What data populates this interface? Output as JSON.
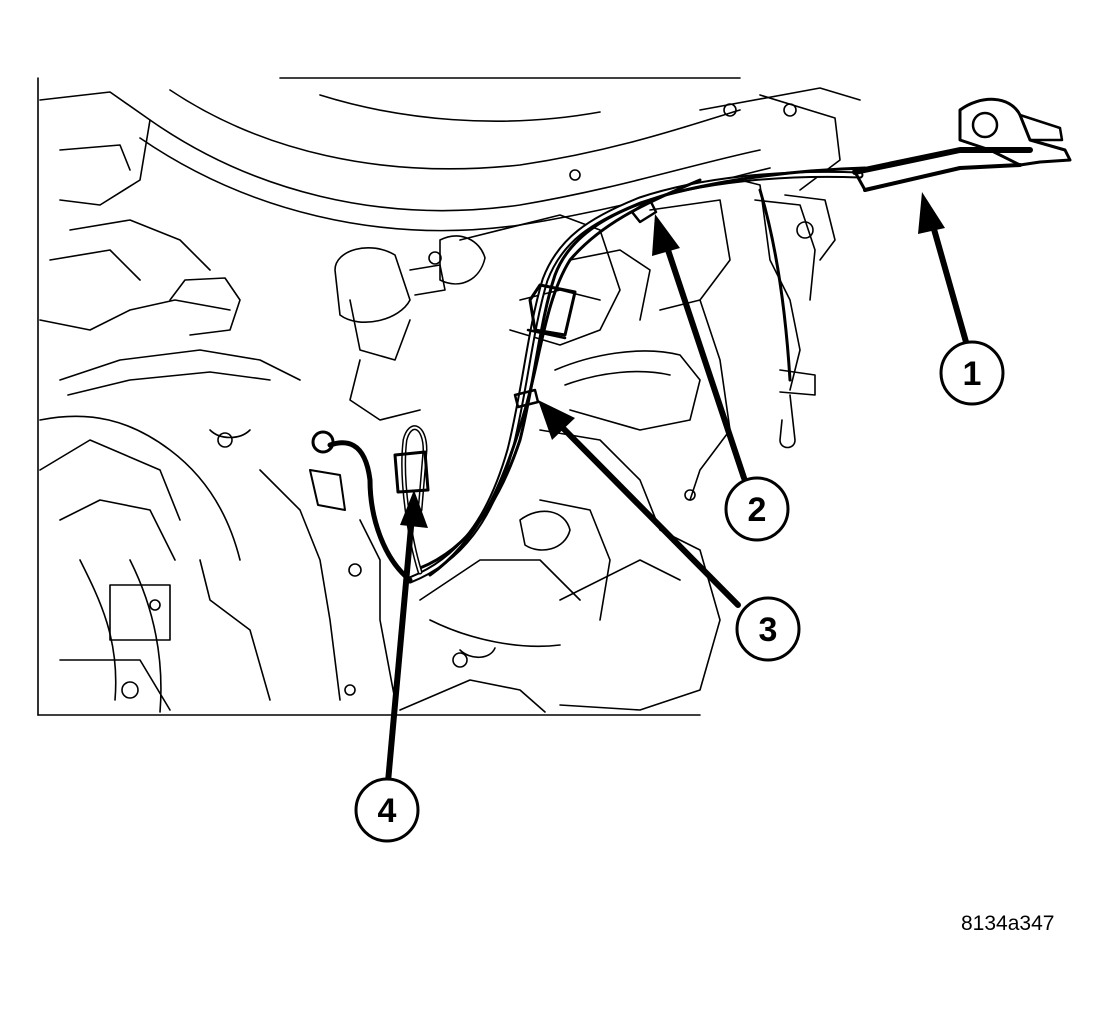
{
  "figure_id": "8134a347",
  "callouts": [
    {
      "label": "1"
    },
    {
      "label": "2"
    },
    {
      "label": "3"
    },
    {
      "label": "4"
    }
  ]
}
